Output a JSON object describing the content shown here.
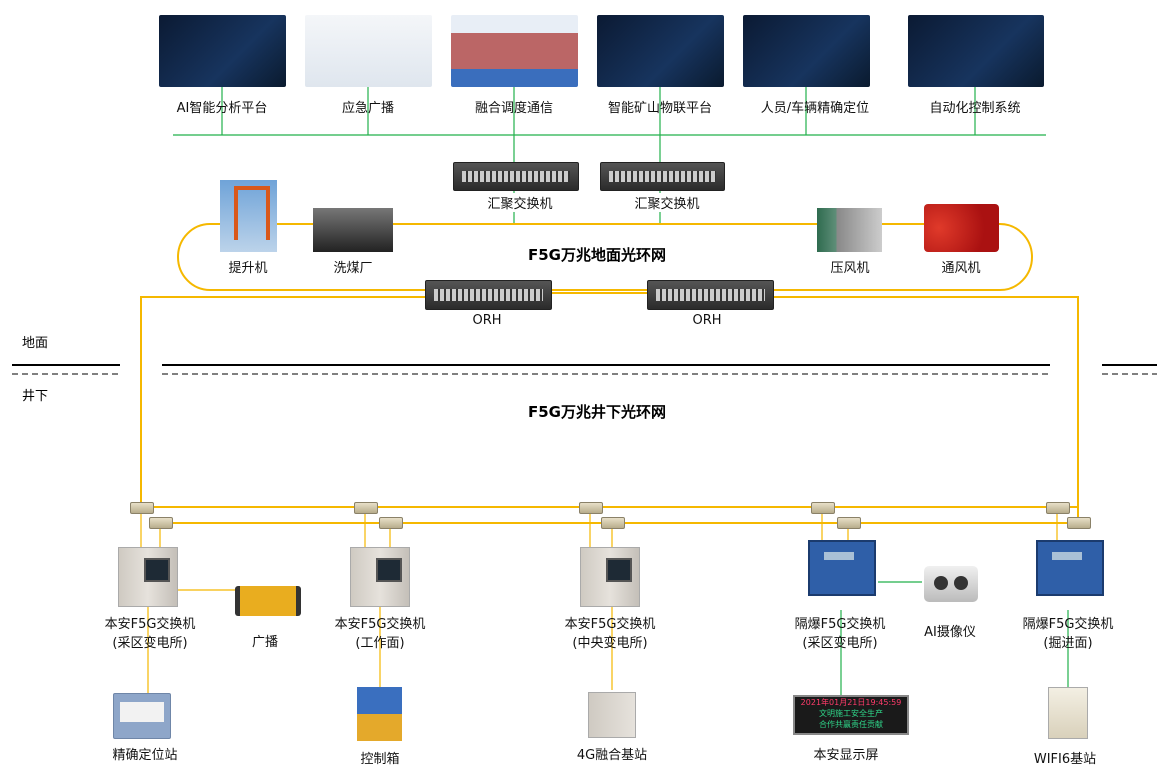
{
  "platforms": [
    "AI智能分析平台",
    "应急广播",
    "融合调度通信",
    "智能矿山物联平台",
    "人员/车辆精确定位",
    "自动化控制系统"
  ],
  "aggregation": [
    "汇聚交换机",
    "汇聚交换机"
  ],
  "surface_devices": [
    "提升机",
    "洗煤厂",
    "压风机",
    "通风机"
  ],
  "surface_ring": "F5G万兆地面光环网",
  "orh": [
    "ORH",
    "ORH"
  ],
  "levels": {
    "surface": "地面",
    "underground": "井下"
  },
  "underground_ring": "F5G万兆井下光环网",
  "switches": [
    {
      "name": "本安F5G交换机",
      "sub": "(采区变电所)"
    },
    {
      "name": "本安F5G交换机",
      "sub": "(工作面)"
    },
    {
      "name": "本安F5G交换机",
      "sub": "(中央变电所)"
    },
    {
      "name": "隔爆F5G交换机",
      "sub": "(采区变电所)"
    },
    {
      "name": "隔爆F5G交换机",
      "sub": "(掘进面)"
    }
  ],
  "side_devices": [
    "广播",
    "AI摄像仪"
  ],
  "bottom_devices": [
    "精确定位站",
    "控制箱",
    "4G融合基站",
    "本安显示屏",
    "WIFI6基站"
  ],
  "display_screen": {
    "time": "2021年01月21日19:45:59",
    "line1": "文明施工安全生产",
    "line2": "合作共赢责任贡献"
  },
  "colors": {
    "fiber": "#f5b800",
    "ethernet": "#22b04b"
  }
}
